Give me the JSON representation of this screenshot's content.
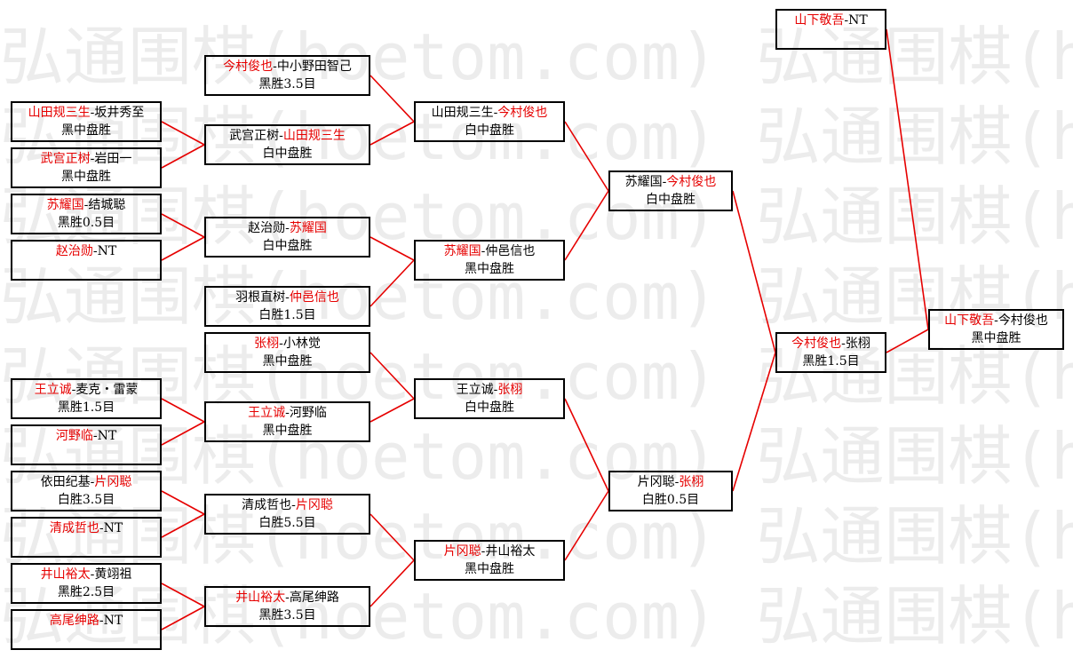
{
  "watermark": {
    "lines": [
      "弘通围棋(hoetom.com) 弘通围棋(hoetom.c",
      "弘通围棋(hoetom.com) 弘通围棋(hoetom.c",
      "弘通围棋(hoetom.com) 弘通围棋(hoetom.c",
      "弘通围棋(hoetom.com) 弘通围棋(hoetom.c",
      "弘通围棋(hoetom.com) 弘通围棋(hoetom.c",
      "弘通围棋(hoetom.com) 弘通围棋(hoetom.c",
      "弘通围棋(hoetom.com) 弘通围棋(hoetom.c",
      "弘通围棋(hoetom.com) 弘通围棋(hoetom.c"
    ]
  },
  "colors": {
    "winner": "#e60000",
    "text": "#000000",
    "connector": "#e60000",
    "border": "#000000"
  },
  "bracket": {
    "round1": [
      {
        "id": "m1",
        "black": "山田规三生",
        "white": "坂井秀至",
        "winner": "black",
        "result": "黑中盘胜"
      },
      {
        "id": "m2",
        "black": "武宫正树",
        "white": "岩田一",
        "winner": "black",
        "result": "黑中盘胜"
      },
      {
        "id": "m3",
        "black": "苏耀国",
        "white": "结城聪",
        "winner": "black",
        "result": "黑胜0.5目"
      },
      {
        "id": "m4",
        "black": "赵治勋",
        "white": "NT",
        "winner": "black",
        "result": ""
      },
      {
        "id": "m5",
        "black": "王立诚",
        "white": "麦克・雷蒙",
        "winner": "black",
        "result": "黑胜1.5目"
      },
      {
        "id": "m6",
        "black": "河野临",
        "white": "NT",
        "winner": "black",
        "result": ""
      },
      {
        "id": "m7",
        "black": "依田纪基",
        "white": "片冈聪",
        "winner": "white",
        "result": "白胜3.5目"
      },
      {
        "id": "m8",
        "black": "清成哲也",
        "white": "NT",
        "winner": "black",
        "result": ""
      },
      {
        "id": "m9",
        "black": "井山裕太",
        "white": "黄翊祖",
        "winner": "black",
        "result": "黑胜2.5目"
      },
      {
        "id": "m10",
        "black": "高尾绅路",
        "white": "NT",
        "winner": "black",
        "result": ""
      }
    ],
    "round2": [
      {
        "id": "n1",
        "black": "今村俊也",
        "white": "中小野田智己",
        "winner": "black",
        "result": "黑胜3.5目"
      },
      {
        "id": "n2",
        "black": "武宫正树",
        "white": "山田规三生",
        "winner": "white",
        "result": "白中盘胜"
      },
      {
        "id": "n3",
        "black": "赵治勋",
        "white": "苏耀国",
        "winner": "white",
        "result": "白中盘胜"
      },
      {
        "id": "n4",
        "black": "羽根直树",
        "white": "仲邑信也",
        "winner": "white",
        "result": "白胜1.5目"
      },
      {
        "id": "n5",
        "black": "张栩",
        "white": "小林觉",
        "winner": "black",
        "result": "黑中盘胜"
      },
      {
        "id": "n6",
        "black": "王立诚",
        "white": "河野临",
        "winner": "black",
        "result": "黑中盘胜"
      },
      {
        "id": "n7",
        "black": "清成哲也",
        "white": "片冈聪",
        "winner": "white",
        "result": "白胜5.5目"
      },
      {
        "id": "n8",
        "black": "井山裕太",
        "white": "高尾绅路",
        "winner": "black",
        "result": "黑胜3.5目"
      }
    ],
    "round3": [
      {
        "id": "p1",
        "black": "山田规三生",
        "white": "今村俊也",
        "winner": "white",
        "result": "白中盘胜"
      },
      {
        "id": "p2",
        "black": "苏耀国",
        "white": "仲邑信也",
        "winner": "black",
        "result": "黑中盘胜"
      },
      {
        "id": "p3",
        "black": "王立诚",
        "white": "张栩",
        "winner": "white",
        "result": "白中盘胜"
      },
      {
        "id": "p4",
        "black": "片冈聪",
        "white": "井山裕太",
        "winner": "black",
        "result": "黑中盘胜"
      }
    ],
    "round4": [
      {
        "id": "q1",
        "black": "苏耀国",
        "white": "今村俊也",
        "winner": "white",
        "result": "白中盘胜"
      },
      {
        "id": "q2",
        "black": "片冈聪",
        "white": "张栩",
        "winner": "white",
        "result": "白胜0.5目"
      }
    ],
    "round5": [
      {
        "id": "r1",
        "black": "今村俊也",
        "white": "张栩",
        "winner": "black",
        "result": "黑胜1.5目"
      }
    ],
    "seed": [
      {
        "id": "s1",
        "black": "山下敬吾",
        "white": "NT",
        "winner": "black",
        "result": ""
      }
    ],
    "final": [
      {
        "id": "f1",
        "black": "山下敬吾",
        "white": "今村俊也",
        "winner": "black",
        "result": "黑中盘胜"
      }
    ]
  }
}
